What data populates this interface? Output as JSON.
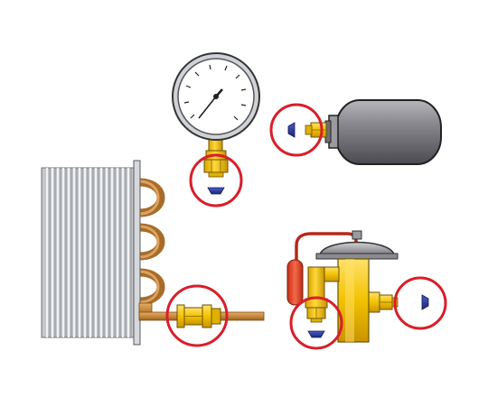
{
  "diagram": {
    "components": [
      {
        "id": "pressure-gauge",
        "icon": "pressure-gauge-icon"
      },
      {
        "id": "gas-cylinder",
        "icon": "cylinder-icon"
      },
      {
        "id": "evaporator-coil",
        "icon": "coil-icon"
      },
      {
        "id": "thermostatic-expansion-valve",
        "icon": "valve-icon"
      },
      {
        "id": "flare-nut-fitting",
        "icon": "flare-nut-icon"
      }
    ],
    "highlight_circles": [
      "gauge-flare",
      "cylinder-flare",
      "pipe-union",
      "valve-inlet-flare",
      "valve-outlet-flare"
    ],
    "colors": {
      "highlight": "#d91e2a",
      "brass": "#f2c200",
      "brass_dark": "#b58900",
      "copper": "#c88a3c",
      "steel": "#8e8e93",
      "sensing_bulb": "#e8432a",
      "fin": "#b9bcc1"
    }
  }
}
